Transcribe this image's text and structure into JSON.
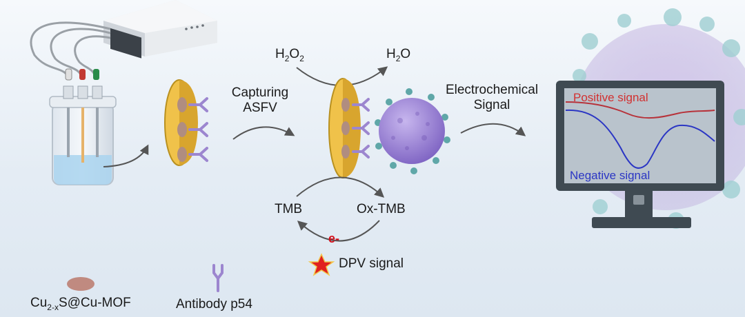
{
  "labels": {
    "capturing_line1": "Capturing",
    "capturing_line2": "ASFV",
    "h2o2_base": "H",
    "h2o2_sub1": "2",
    "h2o2_mid": "O",
    "h2o2_sub2": "2",
    "h2o_base": "H",
    "h2o_sub": "2",
    "h2o_end": "O",
    "electrochem_line1": "Electrochemical",
    "electrochem_line2": "Signal",
    "tmb": "TMB",
    "oxtmb": "Ox-TMB",
    "eminus": "e-",
    "dpv": "DPV signal",
    "positive_signal": "Positive signal",
    "negative_signal": "Negative signal"
  },
  "legend": {
    "mof_base": "Cu",
    "mof_sub": "2-x",
    "mof_end": "S@Cu-MOF",
    "antibody": "Antibody p54"
  },
  "colors": {
    "electrode": "#f2c84b",
    "virus": "#9b82d6",
    "spike": "#5fa7a8",
    "antibody": "#9c86cf",
    "monitor_frame": "#3f4a52",
    "screen": "#b9c3cc",
    "positive": "#d23030",
    "negative": "#2b36c4",
    "arrow": "#555555",
    "star": "#e02020"
  }
}
